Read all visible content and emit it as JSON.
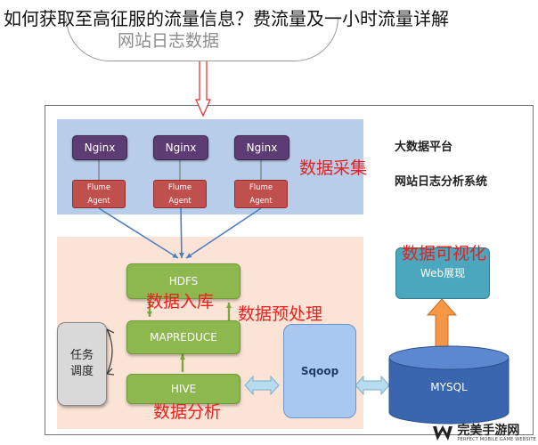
{
  "headline": "如何获取至高征服的流量信息？费流量及一小时流量详解",
  "cloud_label": "网站日志数据",
  "platform": {
    "title": "大数据平台",
    "subtitle": "网站日志分析系统"
  },
  "collect": {
    "nginx": [
      "Nginx",
      "Nginx",
      "Nginx"
    ],
    "flume": [
      {
        "line1": "Flume",
        "line2": "Agent"
      },
      {
        "line1": "Flume",
        "line2": "Agent"
      },
      {
        "line1": "Flume",
        "line2": "Agent"
      }
    ],
    "label": "数据采集"
  },
  "nodes": {
    "hdfs": "HDFS",
    "mapreduce": "MAPREDUCE",
    "hive": "HIVE",
    "sqoop": "Sqoop",
    "mysql": "MYSQL",
    "web": "Web展现",
    "scheduler": "任务\n调度"
  },
  "labels": {
    "ingest": "数据入库",
    "preprocess": "数据预处理",
    "analysis": "数据分析",
    "visualize": "数据可视化"
  },
  "watermark": {
    "name": "完美手游网",
    "tagline": "PERFECT MOBILE GAME WEBSITE"
  },
  "colors": {
    "collect_bg": "#b7cde9",
    "process_bg": "#fbe4d6",
    "nginx": "#5d3b73",
    "flume": "#c0504d",
    "green_node": "#8db850",
    "blue_node": "#4472c4",
    "teal_node": "#4aa7bd",
    "label_red": "#e8201f",
    "orange_arrow": "#f79646"
  }
}
